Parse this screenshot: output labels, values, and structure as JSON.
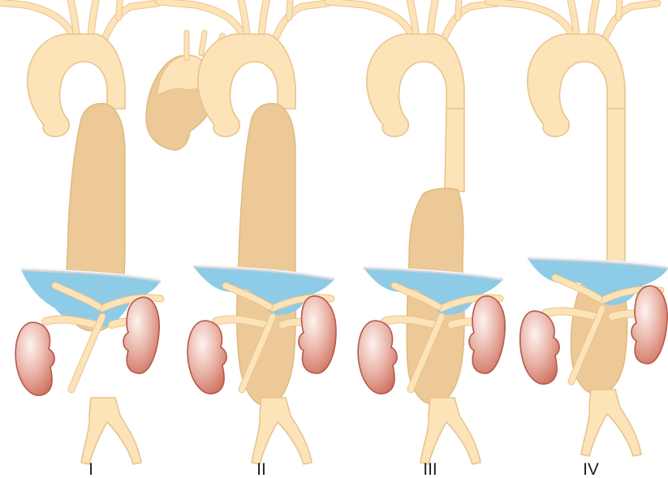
{
  "panels": [
    {
      "label": "I"
    },
    {
      "label": "II"
    },
    {
      "label": "III"
    },
    {
      "label": "IV"
    }
  ],
  "colors": {
    "vessel": "#fde3b8",
    "vessel_outline": "#e8c48e",
    "aneurysm": "#ecc996",
    "diaphragm": "#8ecbe6",
    "kidney_light": "#fbeeea",
    "kidney_dark": "#cf6a57"
  }
}
